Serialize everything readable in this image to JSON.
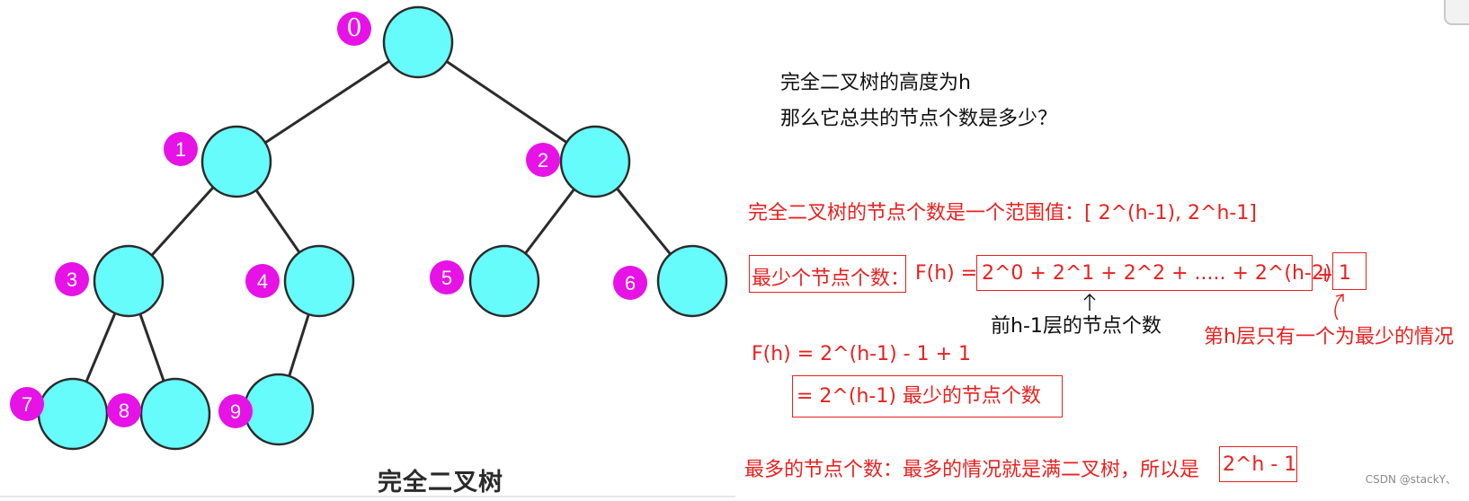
{
  "tree": {
    "caption": "完全二叉树",
    "colors": {
      "node_fill": "#66fcfc",
      "node_stroke": "#2b2b2b",
      "label_fill": "#e612e6",
      "label_text": "#ffffff",
      "edge": "#2b2b2b"
    },
    "nodes": [
      {
        "id": 0,
        "label": "0"
      },
      {
        "id": 1,
        "label": "1"
      },
      {
        "id": 2,
        "label": "2"
      },
      {
        "id": 3,
        "label": "3"
      },
      {
        "id": 4,
        "label": "4"
      },
      {
        "id": 5,
        "label": "5"
      },
      {
        "id": 6,
        "label": "6"
      },
      {
        "id": 7,
        "label": "7"
      },
      {
        "id": 8,
        "label": "8"
      },
      {
        "id": 9,
        "label": "9"
      }
    ],
    "edges": [
      [
        0,
        1
      ],
      [
        0,
        2
      ],
      [
        1,
        3
      ],
      [
        1,
        4
      ],
      [
        2,
        5
      ],
      [
        2,
        6
      ],
      [
        3,
        7
      ],
      [
        3,
        8
      ],
      [
        4,
        9
      ]
    ]
  },
  "notes": {
    "question_line1": "完全二叉树的高度为h",
    "question_line2": "那么它总共的节点个数是多少？",
    "range": "完全二叉树的节点个数是一个范围值：[ 2^(h-1), 2^h-1]",
    "min_label": "最少个节点个数：",
    "fh_prefix": "F(h) =",
    "sum_expr": "2^0 + 2^1 + 2^2 + ..... + 2^(h-2)",
    "plus": "+",
    "one": "1",
    "prev_layers_note": "前h-1层的节点个数",
    "last_layer_note": "第h层只有一个为最少的情况",
    "fh_line2": "F(h) = 2^(h-1) - 1 + 1",
    "fh_line3": "= 2^(h-1)  最少的节点个数",
    "max_prefix": "最多的节点个数：最多的情况就是满二叉树，所以是",
    "max_value": "2^h - 1"
  },
  "watermark": "CSDN @stackY、",
  "colors": {
    "red": "#e8211f",
    "black": "#111111"
  }
}
